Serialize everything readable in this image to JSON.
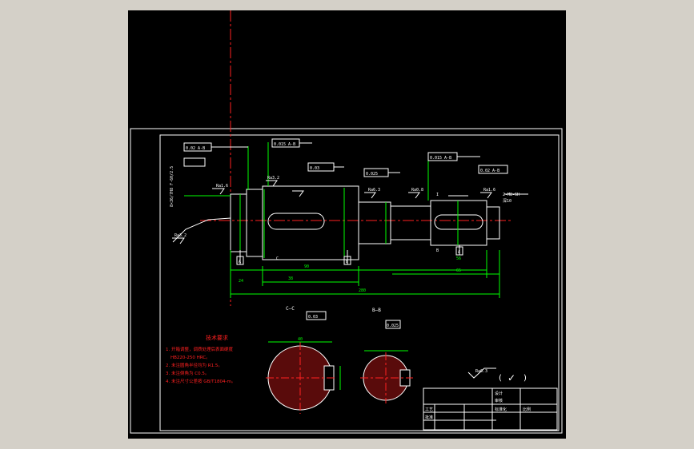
{
  "colors": {
    "background": "#000000",
    "frame": "#ffffff",
    "dimension": "#00ff00",
    "centerline": "#ff2020",
    "notes": "#ff2020",
    "section_fill": "#ff2020",
    "window_bg": "#d4d0c8"
  },
  "tech_requirements": {
    "title": "技术要求",
    "items": [
      "1. 开箱调整，调质处理后表面硬度",
      "HB220-250 HRC。",
      "2. 未注圆角半径均为 R1.5。",
      "3. 未注倒角为 C0.5。",
      "4. 未注尺寸公差按 GB/T1804-m。"
    ]
  },
  "sections": {
    "c_label": "C—C",
    "b_label": "B—B"
  },
  "roughness_note": {
    "symbol_value": "Ra6.3",
    "paren_open": "(",
    "paren_close": ")",
    "check": "✓"
  },
  "title_block": {
    "cell_a": "设计",
    "cell_b": "审核",
    "cell_c": "工艺",
    "cell_d": "批准",
    "cell_e": "标准化",
    "cell_f": "比例"
  },
  "annotations": {
    "spline": "8×36/7H8 F-6H/2.5",
    "keyway_right": "2-M8-6H",
    "depth": "深10",
    "section_mark_c": "C",
    "section_mark_b": "B",
    "section_mark_i": "I",
    "ra_a": "Ra1.6",
    "ra_b": "Ra3.2",
    "ra_c": "Ra6.3",
    "ra_d": "Ra0.8",
    "tol_a": "0.02 A-B",
    "tol_b": "0.015 A-B",
    "tol_c": "0.03",
    "tol_d": "0.025",
    "datum_a": "A",
    "datum_b": "B",
    "dim_total": "280",
    "dim_a": "38",
    "dim_b": "90",
    "dim_c": "65",
    "dim_d": "56",
    "dim_e": "24",
    "dim_f": "40"
  }
}
